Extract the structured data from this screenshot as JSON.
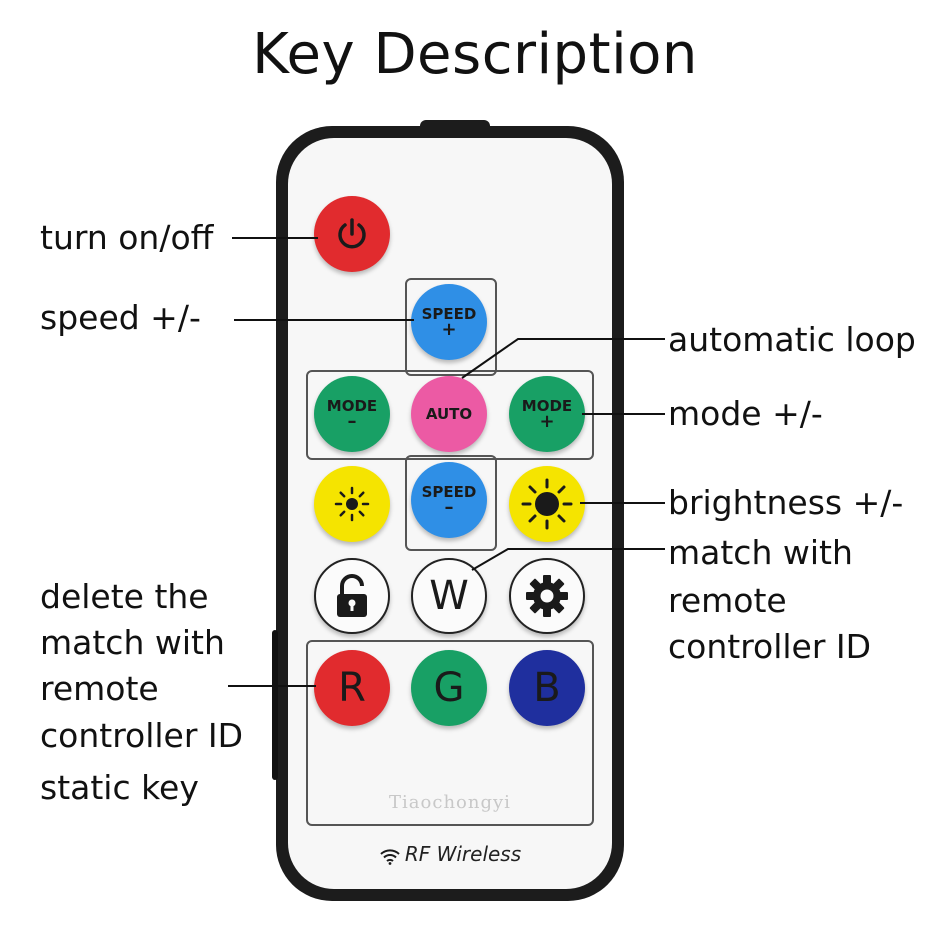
{
  "title": "Key Description",
  "buttons": {
    "speed_up": {
      "line1": "SPEED",
      "line2": "+"
    },
    "auto": {
      "line1": "AUTO"
    },
    "mode_down": {
      "line1": "MODE",
      "line2": "–"
    },
    "mode_up": {
      "line1": "MODE",
      "line2": "+"
    },
    "speed_down": {
      "line1": "SPEED",
      "line2": "–"
    },
    "white": {
      "line1": "W"
    },
    "red": {
      "line1": "R"
    },
    "green": {
      "line1": "G"
    },
    "blue": {
      "line1": "B"
    }
  },
  "labels": {
    "power": "turn on/off",
    "speed": "speed +/-",
    "auto": "automatic loop",
    "mode": "mode +/-",
    "brightness": "brightness +/-",
    "match": [
      "match with",
      "remote",
      "controller ID"
    ],
    "delete": [
      "delete the",
      "match with",
      "remote",
      "controller ID"
    ],
    "static": "static key"
  },
  "watermark": "Tiaochongyi",
  "brand": "RF Wireless",
  "icons": {
    "power": "power-icon",
    "brightness_down": "sun-small-icon",
    "brightness_up": "sun-large-icon",
    "lock": "unlock-icon",
    "settings": "gear-icon",
    "wireless": "wifi-icon"
  },
  "colors": {
    "red": "#e12b2e",
    "blue": "#2f8fe6",
    "green": "#18a065",
    "pink": "#ec5aa4",
    "yellow": "#f5e400",
    "navy": "#1f2f9e"
  }
}
